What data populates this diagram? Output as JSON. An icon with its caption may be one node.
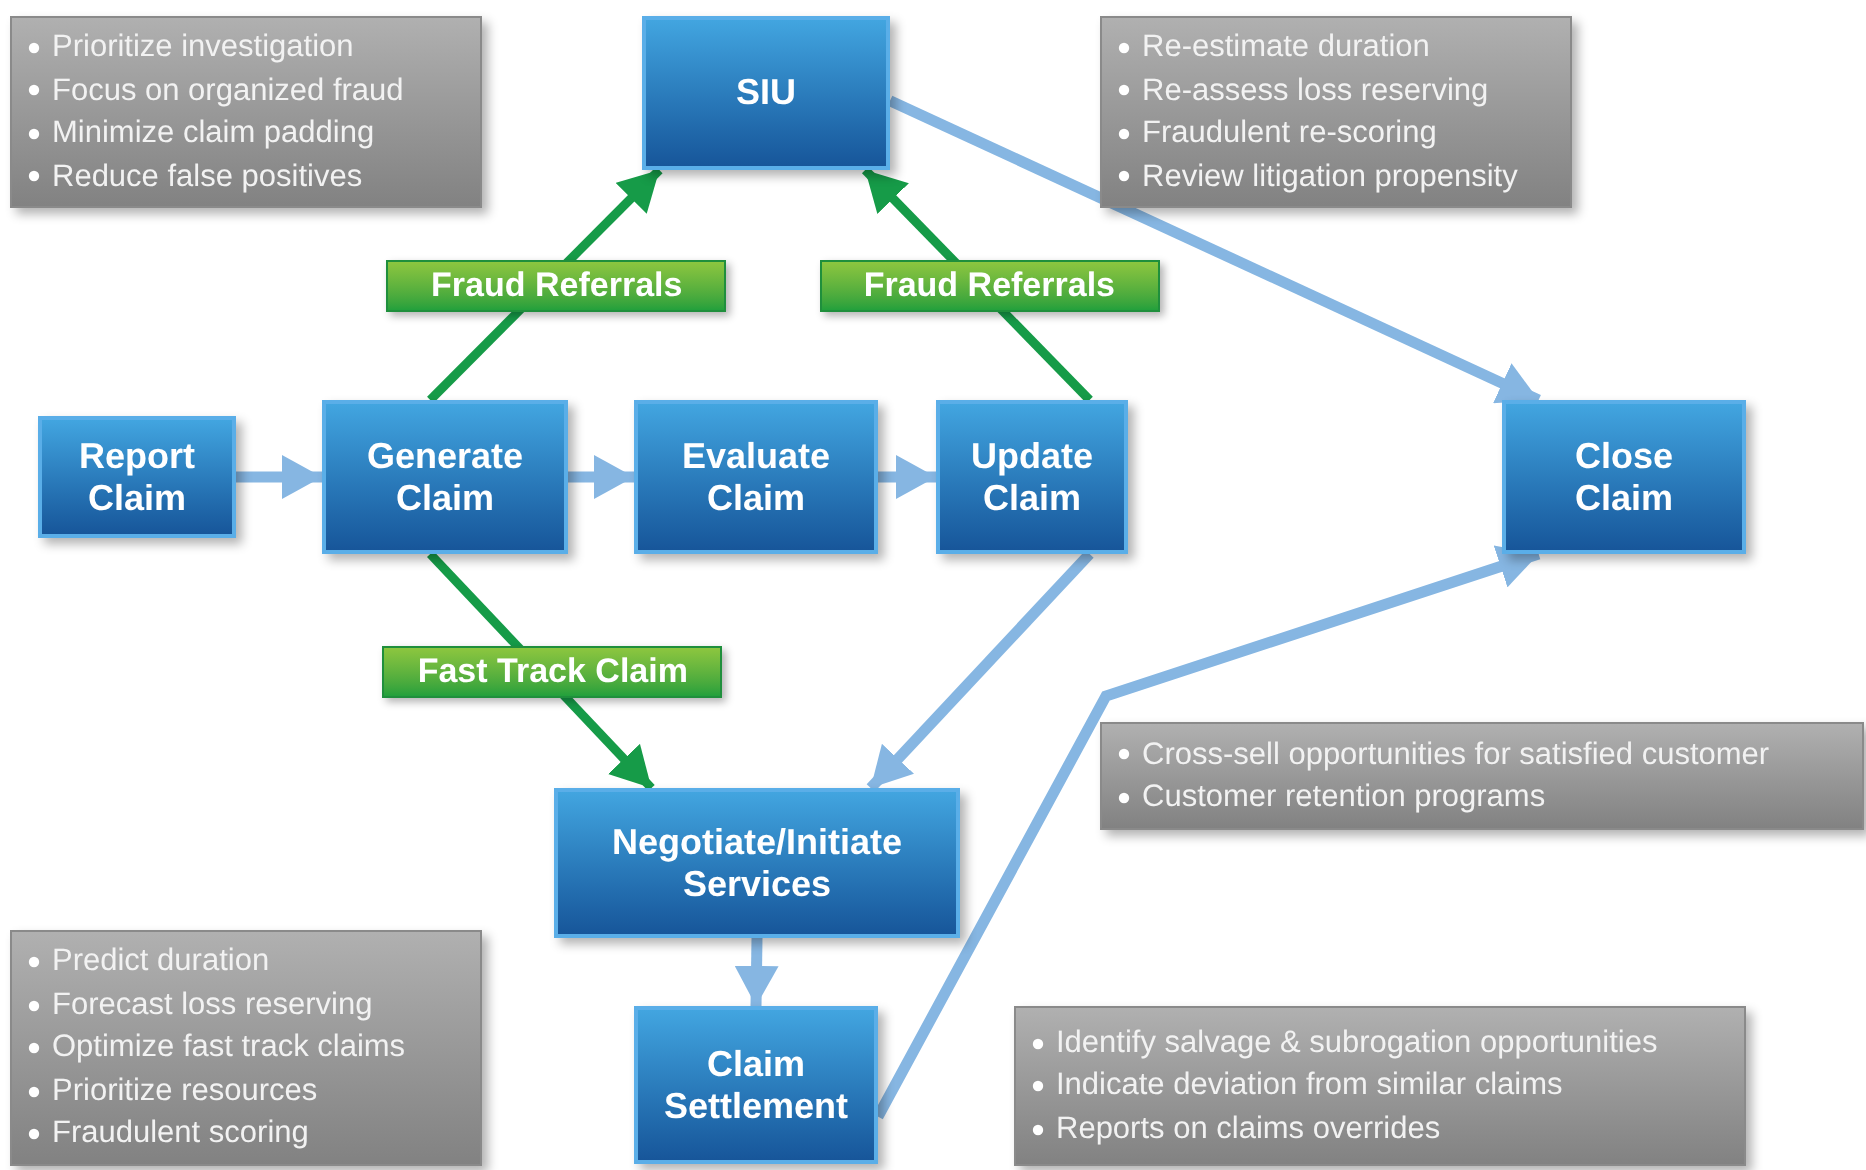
{
  "diagram": {
    "nodes": [
      {
        "text": [
          "Prioritize investigation",
          "Focus on organized fraud",
          "Minimize claim padding",
          "Reduce false positives"
        ]
      },
      {
        "text": [
          "SIU"
        ]
      },
      {
        "text": [
          "Re-estimate duration",
          "Re-assess loss reserving",
          "Fraudulent re-scoring",
          "Review litigation propensity"
        ]
      },
      {
        "text": [
          "Report Claim"
        ]
      },
      {
        "text": [
          "Generate Claim"
        ]
      },
      {
        "text": [
          "Evaluate Claim"
        ]
      },
      {
        "text": [
          "Update Claim"
        ]
      },
      {
        "text": [
          "Close Claim"
        ]
      },
      {
        "text": [
          "Cross-sell opportunities for satisfied customer",
          "Customer retention programs"
        ]
      },
      {
        "text": [
          "Negotiate/Initiate Services"
        ]
      },
      {
        "text": [
          "Predict duration",
          "Forecast loss reserving",
          "Optimize fast track claims",
          "Prioritize resources",
          "Fraudulent scoring"
        ]
      },
      {
        "text": [
          "Claim Settlement"
        ]
      },
      {
        "text": [
          "Identify salvage & subrogation opportunities",
          "Indicate deviation from similar claims",
          "Reports on claims overrides"
        ]
      }
    ],
    "edges": [
      {
        "from": 3,
        "to": 4,
        "arrow": "to"
      },
      {
        "from": 4,
        "to": 5,
        "arrow": "to"
      },
      {
        "from": 5,
        "to": 6,
        "arrow": "to"
      },
      {
        "from": 4,
        "to": 1,
        "arrow": "to",
        "label": "Fraud Referrals",
        "color": "#169b48"
      },
      {
        "from": 6,
        "to": 1,
        "arrow": "to",
        "label": "Fraud Referrals",
        "color": "#169b48"
      },
      {
        "from": 4,
        "to": 9,
        "arrow": "to",
        "label": "Fast Track Claim",
        "color": "#169b48"
      },
      {
        "from": 6,
        "to": 9,
        "arrow": "to"
      },
      {
        "from": 1,
        "to": 7,
        "arrow": "to"
      },
      {
        "from": 9,
        "to": 11,
        "arrow": "to"
      },
      {
        "from": 11,
        "to": 7,
        "arrow": "to"
      }
    ]
  }
}
